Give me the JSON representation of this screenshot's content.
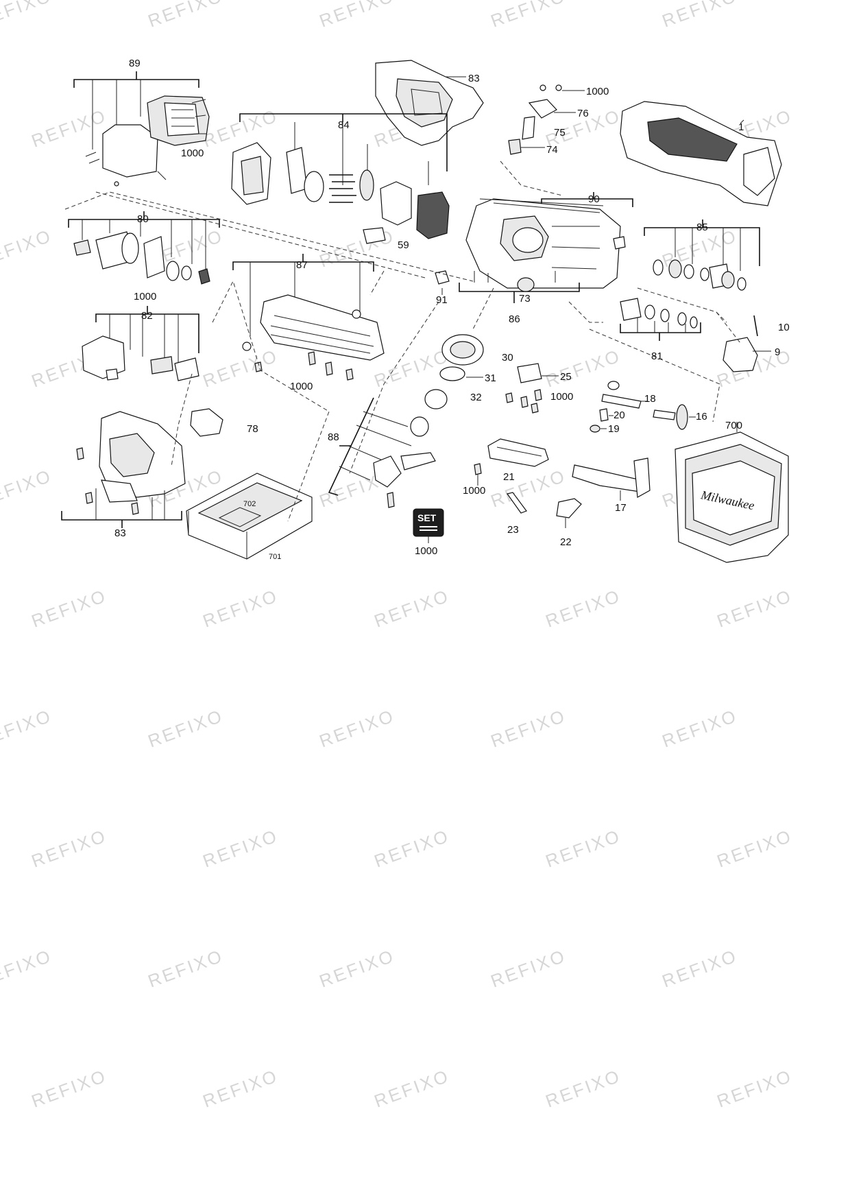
{
  "watermark": {
    "text": "REFIXO"
  },
  "callouts": {
    "c1": "1",
    "c9": "9",
    "c10": "10",
    "c16": "16",
    "c17": "17",
    "c18": "18",
    "c19": "19",
    "c20": "20",
    "c21": "21",
    "c22": "22",
    "c23": "23",
    "c25": "25",
    "c30": "30",
    "c31": "31",
    "c32": "32",
    "c59": "59",
    "c73": "73",
    "c74": "74",
    "c75": "75",
    "c76": "76",
    "c78": "78",
    "c80": "80",
    "c81": "81",
    "c82": "82",
    "c83_top": "83",
    "c83_bottom": "83",
    "c84": "84",
    "c85": "85",
    "c86": "86",
    "c87": "87",
    "c88": "88",
    "c89": "89",
    "c90": "90",
    "c91": "91",
    "c700": "700",
    "c701": "701",
    "c702": "702",
    "c1000_a": "1000",
    "c1000_b": "1000",
    "c1000_c": "1000",
    "c1000_d": "1000",
    "c1000_e": "1000",
    "c1000_f": "1000",
    "c1000_set": "1000"
  },
  "set_badge": {
    "label": "SET"
  },
  "case_brand": "Milwaukee"
}
